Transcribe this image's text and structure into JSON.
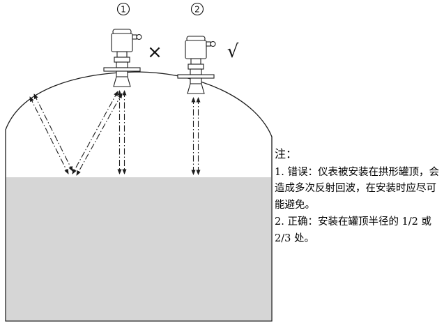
{
  "diagram": {
    "labels": {
      "device1": "1",
      "device2": "2"
    },
    "marks": {
      "wrong": "×",
      "right": "√"
    },
    "colors": {
      "line": "#1c1c1c",
      "liquid": "#d6d6d6"
    }
  },
  "note": {
    "title": "注：",
    "items": [
      "1. 错误：仪表被安装在拱形罐顶，会造成多次反射回波，在安装时应尽可能避免。",
      "2. 正确：安装在罐顶半径的 1/2 或 2/3 处。"
    ]
  }
}
